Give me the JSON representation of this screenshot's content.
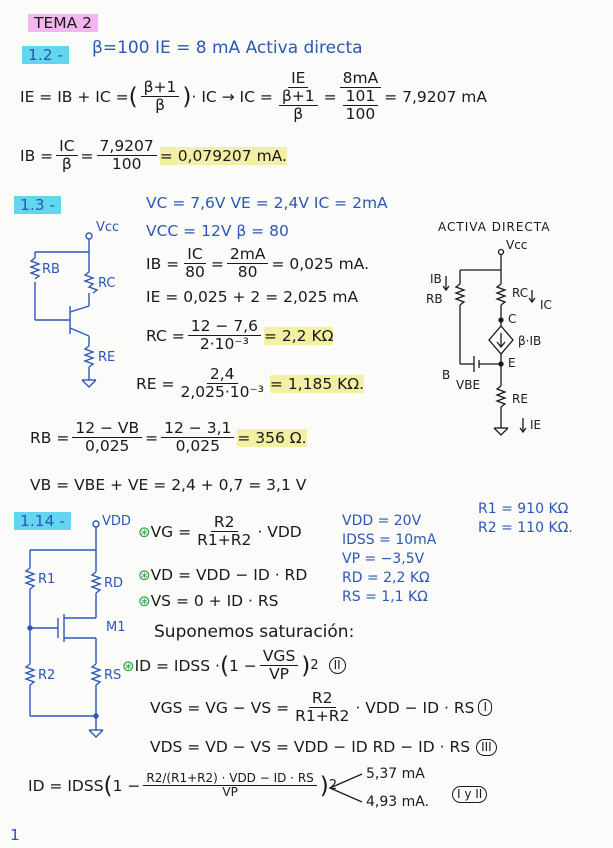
{
  "title": "TEMA 2",
  "p12": {
    "label": "1.2 -",
    "given": "β=100  IE = 8 mA   Activa directa",
    "eq1_left": "IE = IB + IC =",
    "eq1_frac_num": "β+1",
    "eq1_frac_den": "β",
    "eq1_mid": "· IC → IC =",
    "eq1_frac2_num": "IE",
    "eq1_frac2_den_top": "β+1",
    "eq1_frac2_den_bot": "β",
    "eq1_frac3_num": "8mA",
    "eq1_frac3_den_top": "101",
    "eq1_frac3_den_bot": "100",
    "eq1_result": "= 7,9207 mA",
    "eq2_left": "IB =",
    "eq2_frac_num": "IC",
    "eq2_frac_den": "β",
    "eq2_frac2_num": "7,9207",
    "eq2_frac2_den": "100",
    "eq2_result": "= 0,079207 mA."
  },
  "p13": {
    "label": "1.3 -",
    "line1": "VC = 7,6V   VE = 2,4V   IC = 2mA",
    "line2": "VCC = 12V   β = 80",
    "ib_left": "IB =",
    "ib_num1": "IC",
    "ib_den1": "80",
    "ib_num2": "2mA",
    "ib_den2": "80",
    "ib_result": "= 0,025 mA.",
    "ie_line": "IE = 0,025 + 2 = 2,025 mA",
    "rc_left": "RC =",
    "rc_num": "12 − 7,6",
    "rc_den": "2·10⁻³",
    "rc_result": "= 2,2 KΩ",
    "re_left": "RE =",
    "re_num": "2,4",
    "re_den": "2,025·10⁻³",
    "re_result": "= 1,185 KΩ.",
    "rb_left": "RB =",
    "rb_num1": "12 − VB",
    "rb_den1": "0,025",
    "rb_num2": "12 − 3,1",
    "rb_den2": "0,025",
    "rb_result": "= 356 Ω.",
    "vb_line": "VB = VBE + VE = 2,4 + 0,7 = 3,1 V",
    "circuit": {
      "vcc": "Vcc",
      "rb": "RB",
      "rc": "RC",
      "re": "RE"
    },
    "active": {
      "title": "ACTIVA DIRECTA",
      "vcc": "Vcc",
      "ib": "IB",
      "rb": "RB",
      "rc": "RC",
      "ic": "IC",
      "c": "C",
      "beta_ib": "β·IB",
      "b": "B",
      "e": "E",
      "vbe": "VBE",
      "re": "RE",
      "ie": "IE"
    }
  },
  "p14": {
    "label": "1.14 -",
    "vg_left": "VG =",
    "vg_num": "R2",
    "vg_den": "R1+R2",
    "vg_right": "· VDD",
    "vd_line": "VD = VDD − ID · RD",
    "vs_line": "VS = 0 + ID · RS",
    "params": [
      "VDD = 20V",
      "IDSS = 10mA",
      "VP = −3,5V",
      "RD = 2,2 KΩ",
      "RS = 1,1 KΩ"
    ],
    "resistors": [
      "R1 = 910 KΩ",
      "R2 = 110 KΩ."
    ],
    "supposition": "Suponemos saturación:",
    "id_line_left": "ID = IDSS ·",
    "id_frac_num": "VGS",
    "id_frac_den": "VP",
    "id_tag": "II",
    "vgs_left": "VGS = VG − VS =",
    "vgs_num": "R2",
    "vgs_den": "R1+R2",
    "vgs_right": "· VDD − ID · RS",
    "vgs_tag": "I",
    "vds_line": "VDS = VD − VS = VDD − ID RD − ID · RS",
    "vds_tag": "III",
    "final_left": "ID = IDSS",
    "final_num": "R2/(R1+R2) · VDD − ID · RS",
    "final_den": "VP",
    "sol1": "5,37 mA",
    "sol2": "4,93 mA.",
    "final_tag": "I y II",
    "circuit": {
      "vdd": "VDD",
      "r1": "R1",
      "rd": "RD",
      "m1": "M1",
      "r2": "R2",
      "rs": "RS"
    }
  },
  "page_number": "1"
}
